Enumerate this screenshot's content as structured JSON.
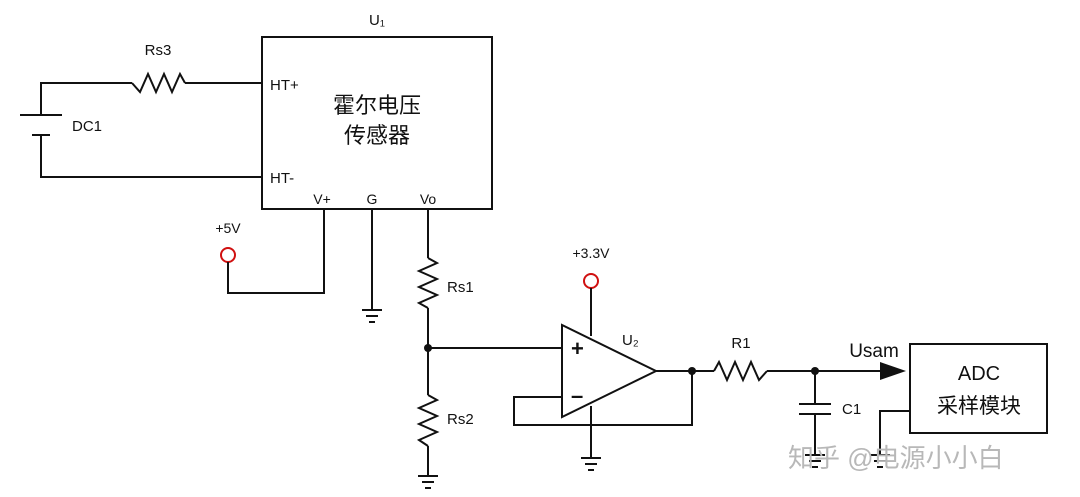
{
  "hall_sensor": {
    "ref": "U₁",
    "name_line1": "霍尔电压",
    "name_line2": "传感器",
    "pin_ht_plus": "HT+",
    "pin_ht_minus": "HT-",
    "pin_vplus": "V+",
    "pin_g": "G",
    "pin_vo": "Vo"
  },
  "components": {
    "rs3": "Rs3",
    "dc1": "DC1",
    "rs1": "Rs1",
    "rs2": "Rs2",
    "r1": "R1",
    "c1": "C1",
    "opamp_ref": "U₂",
    "opamp_plus": "+",
    "opamp_minus": "–"
  },
  "supplies": {
    "v5": "+5V",
    "v33": "+3.3V"
  },
  "signal": {
    "net_label": "Usam"
  },
  "adc": {
    "line1": "ADC",
    "line2": "采样模块"
  },
  "watermark": "知乎 @电源小小白",
  "colors": {
    "wire": "#111111",
    "supply_marker": "#d01010",
    "watermark": "#b8b8b8"
  }
}
